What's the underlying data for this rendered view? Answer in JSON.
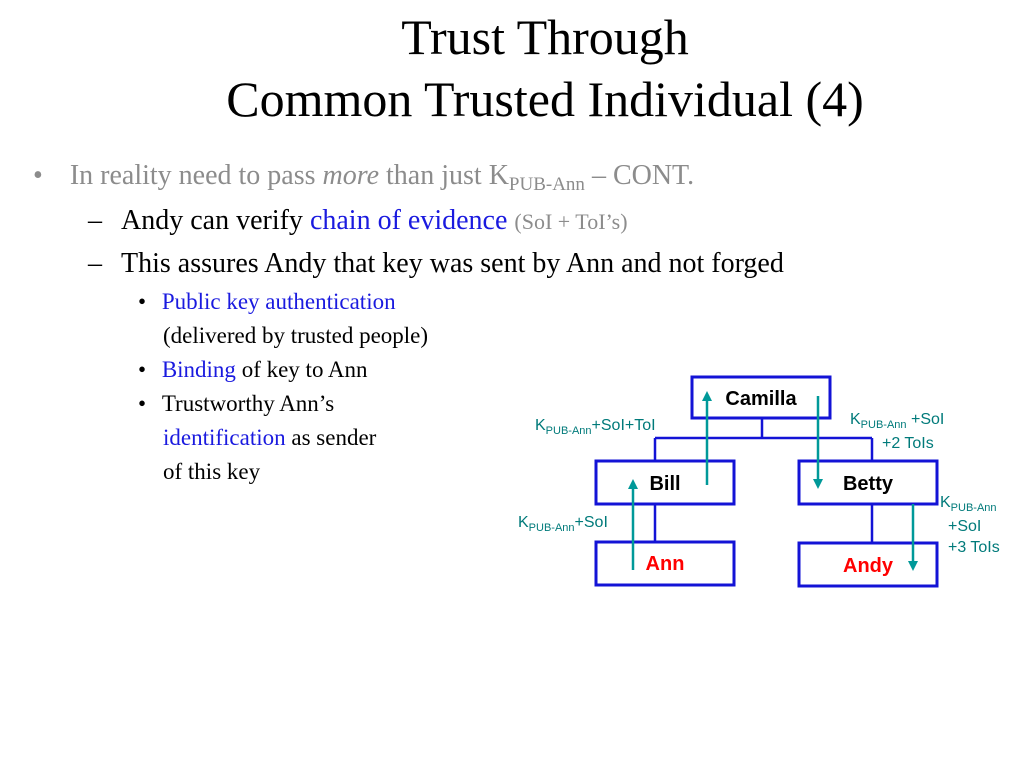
{
  "title": {
    "line1": "Trust Through",
    "line2": "Common Trusted Individual (4)"
  },
  "bullets": {
    "main": {
      "marker": "•",
      "text_before": "In reality need to pass ",
      "italic": "more",
      "text_mid": " than just K",
      "subscript": "PUB-Ann",
      "text_after": " – CONT."
    },
    "sub1": {
      "marker": "–",
      "text_before": "Andy can verify ",
      "highlight": "chain of evidence",
      "note": "(SoI + ToI’s)"
    },
    "sub2": {
      "marker": "–",
      "text": "This assures Andy that key was sent by Ann and not forged"
    },
    "level3": [
      {
        "marker": "•",
        "line1_blue": "Public key authentication",
        "line2": "(delivered  by trusted people)"
      },
      {
        "marker": "•",
        "blue": "Binding",
        "rest": " of key to Ann"
      },
      {
        "marker": "•",
        "line1": "Trustworthy Ann’s",
        "line2_blue": "identification",
        "line2_rest": " as sender",
        "line3": "of this key"
      }
    ]
  },
  "diagram": {
    "nodes": {
      "camilla": "Camilla",
      "bill": "Bill",
      "betty": "Betty",
      "ann": "Ann",
      "andy": "Andy"
    },
    "colors": {
      "box_border": "#1313d6",
      "ann_andy_text": "#ff0000",
      "arrow": "#009999",
      "annotation": "#007a7a"
    },
    "labels": {
      "camilla_up": {
        "k": "K",
        "sub": "PUB-Ann",
        "rest": "+SoI+ToI"
      },
      "betty_in": {
        "k": "K",
        "sub": "PUB-Ann",
        "rest": " +SoI",
        "line2": "+2 ToIs"
      },
      "ann_up": {
        "k": "K",
        "sub": "PUB-Ann",
        "rest": "+SoI"
      },
      "andy_in": {
        "k": "K",
        "sub": "PUB-Ann",
        "line2": "+SoI",
        "line3": "+3 ToIs"
      }
    }
  }
}
